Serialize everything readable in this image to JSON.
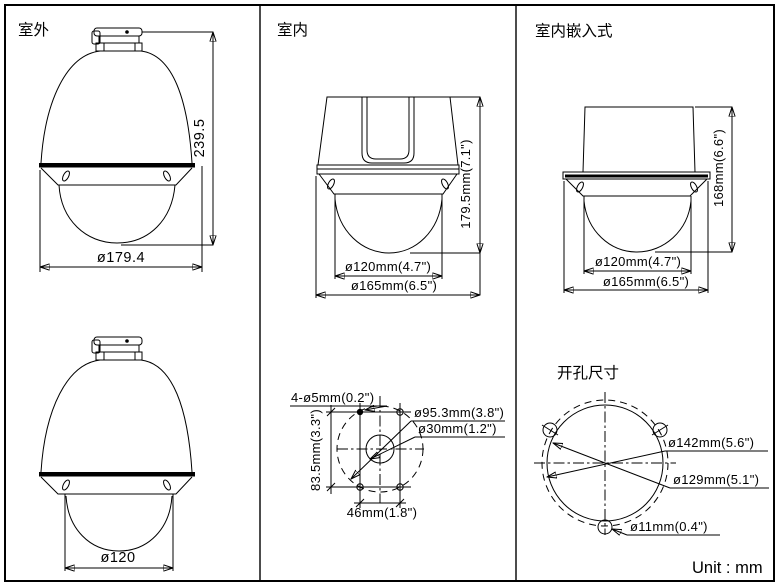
{
  "panels": {
    "outdoor": {
      "label": "室外",
      "side_view": {
        "height": "239.5",
        "diameter": "ø179.4"
      },
      "front_view": {
        "dome_diameter": "ø120"
      }
    },
    "indoor": {
      "label": "室内",
      "side_view": {
        "height": "179.5mm(7.1\")",
        "dome_diameter": "ø120mm(4.7\")",
        "base_diameter": "ø165mm(6.5\")"
      },
      "mounting_base": {
        "screw_holes": "4-ø5mm(0.2\")",
        "bolt_circle": "ø95.3mm(3.8\")",
        "center_hole": "ø30mm(1.2\")",
        "hole_spacing_v": "83.5mm(3.3\")",
        "hole_spacing_h": "46mm(1.8\")"
      }
    },
    "indoor_recessed": {
      "label": "室内嵌入式",
      "side_view": {
        "height": "168mm(6.6\")",
        "dome_diameter": "ø120mm(4.7\")",
        "base_diameter": "ø165mm(6.5\")"
      },
      "cutout": {
        "title": "开孔尺寸",
        "outer_circle": "ø142mm(5.6\")",
        "cut_circle": "ø129mm(5.1\")",
        "screw_hole": "ø11mm(0.4\")"
      }
    }
  },
  "footer": {
    "unit_note": "Unit : mm"
  },
  "colors": {
    "line": "#000000",
    "background": "#ffffff"
  }
}
